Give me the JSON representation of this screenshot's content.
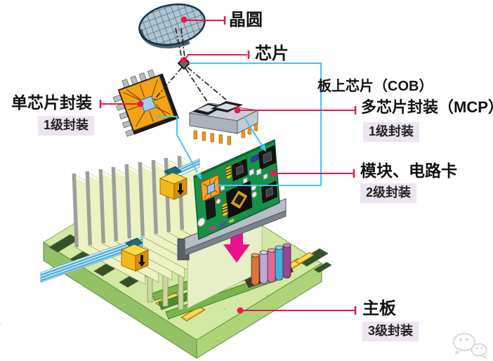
{
  "palette": {
    "callout_red": "#ed1651",
    "callout_cyan": "#45c6f0",
    "badge_bg": "#ece4f0",
    "label_text": "#111111",
    "pcb_green": "#189048",
    "board_green": "#d3e8a2",
    "arrow_magenta": "#e8128c"
  },
  "callouts": {
    "wafer": {
      "label": "晶圆"
    },
    "chip": {
      "label": "芯片"
    },
    "cob": {
      "label": "板上芯片（COB）"
    },
    "mcp": {
      "label": "多芯片封装（MCP）",
      "level": "1级封装"
    },
    "single_chip_package": {
      "label": "单芯片封装",
      "level": "1级封装"
    },
    "module_card": {
      "label": "模块、电路卡",
      "level": "2级封装"
    },
    "motherboard": {
      "label": "主板",
      "level": "3级封装"
    }
  },
  "watermark": {
    "icon": "wechat-logo-sketch"
  }
}
